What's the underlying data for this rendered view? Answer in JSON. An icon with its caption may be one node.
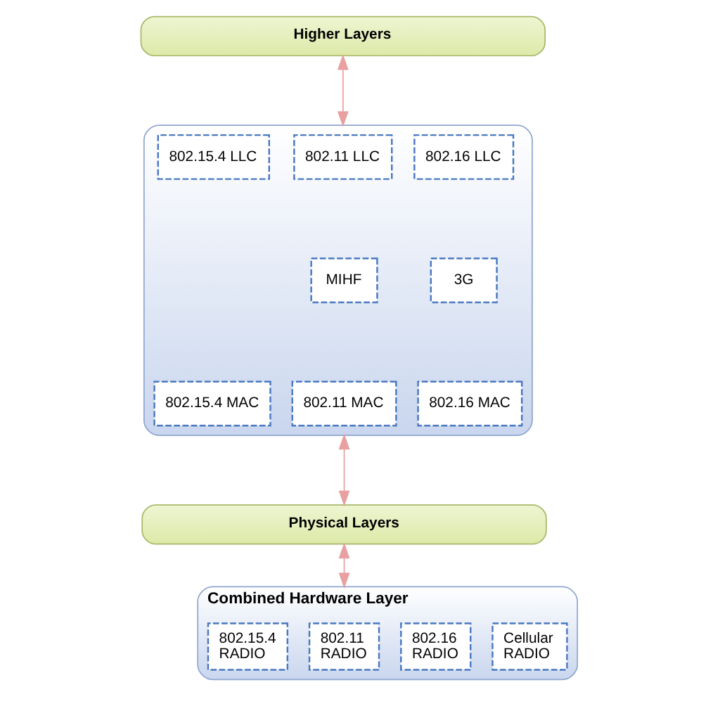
{
  "diagram": {
    "nodes": [
      {
        "text": [
          "Higher Layers"
        ]
      },
      {
        "text": [],
        "shape": "box"
      },
      {
        "text": [
          "802.15.4 LLC"
        ],
        "in": 1
      },
      {
        "text": [
          "802.11 LLC"
        ],
        "in": 1
      },
      {
        "text": [
          "802.16 LLC"
        ],
        "in": 1
      },
      {
        "text": [
          "MIHF"
        ],
        "in": 1
      },
      {
        "text": [
          "3G"
        ],
        "in": 1
      },
      {
        "text": [
          "802.15.4 MAC"
        ],
        "in": 1
      },
      {
        "text": [
          "802.11 MAC"
        ],
        "in": 1
      },
      {
        "text": [
          "802.16 MAC"
        ],
        "in": 1
      },
      {
        "text": [
          "Physical Layers"
        ]
      },
      {
        "text": [
          "Combined Hardware Layer"
        ]
      },
      {
        "text": [
          "802.15.4 RADIO"
        ],
        "in": 11
      },
      {
        "text": [
          "802.11 RADIO"
        ],
        "in": 11
      },
      {
        "text": [
          "802.16 RADIO"
        ],
        "in": 11
      },
      {
        "text": [
          "Cellular RADIO"
        ],
        "in": 11
      }
    ],
    "edges": [
      {
        "from": 0,
        "to": 1,
        "arrow": "both"
      },
      {
        "from": 1,
        "to": 10,
        "arrow": "both"
      },
      {
        "from": 10,
        "to": 11,
        "arrow": "both"
      }
    ]
  }
}
